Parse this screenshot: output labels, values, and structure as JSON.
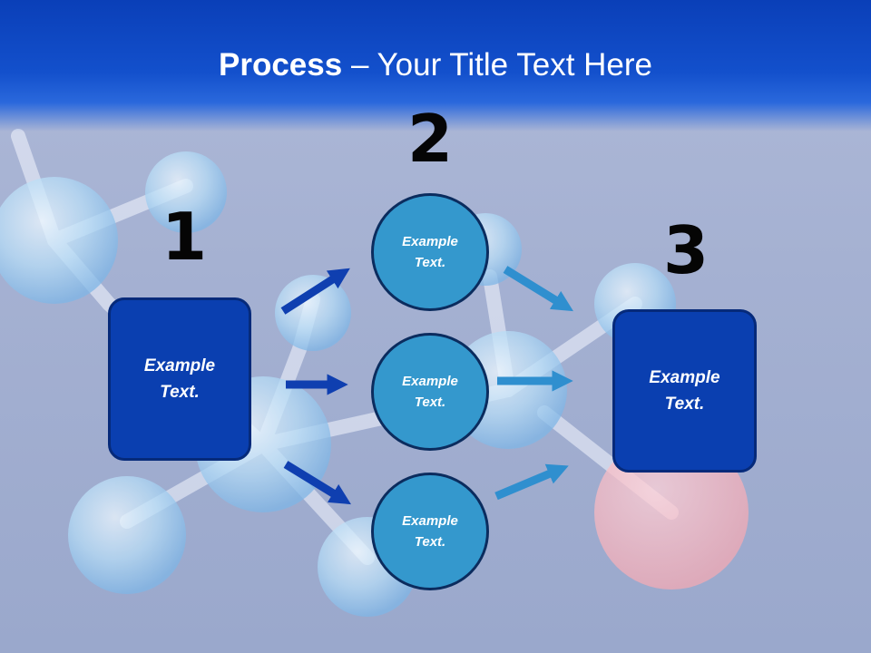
{
  "title": {
    "bold": "Process",
    "rest": " – Your Title Text Here"
  },
  "steps": [
    {
      "number": "1",
      "text": "Example Text."
    },
    {
      "number": "2",
      "items": [
        "Example Text.",
        "Example Text.",
        "Example Text."
      ]
    },
    {
      "number": "3",
      "text": "Example Text."
    }
  ],
  "colors": {
    "header": "#0a3fb8",
    "box": "#0a3fb0",
    "circle": "#3498cd",
    "arrow_dark": "#0f3fb0",
    "arrow_light": "#2f8fcf"
  }
}
